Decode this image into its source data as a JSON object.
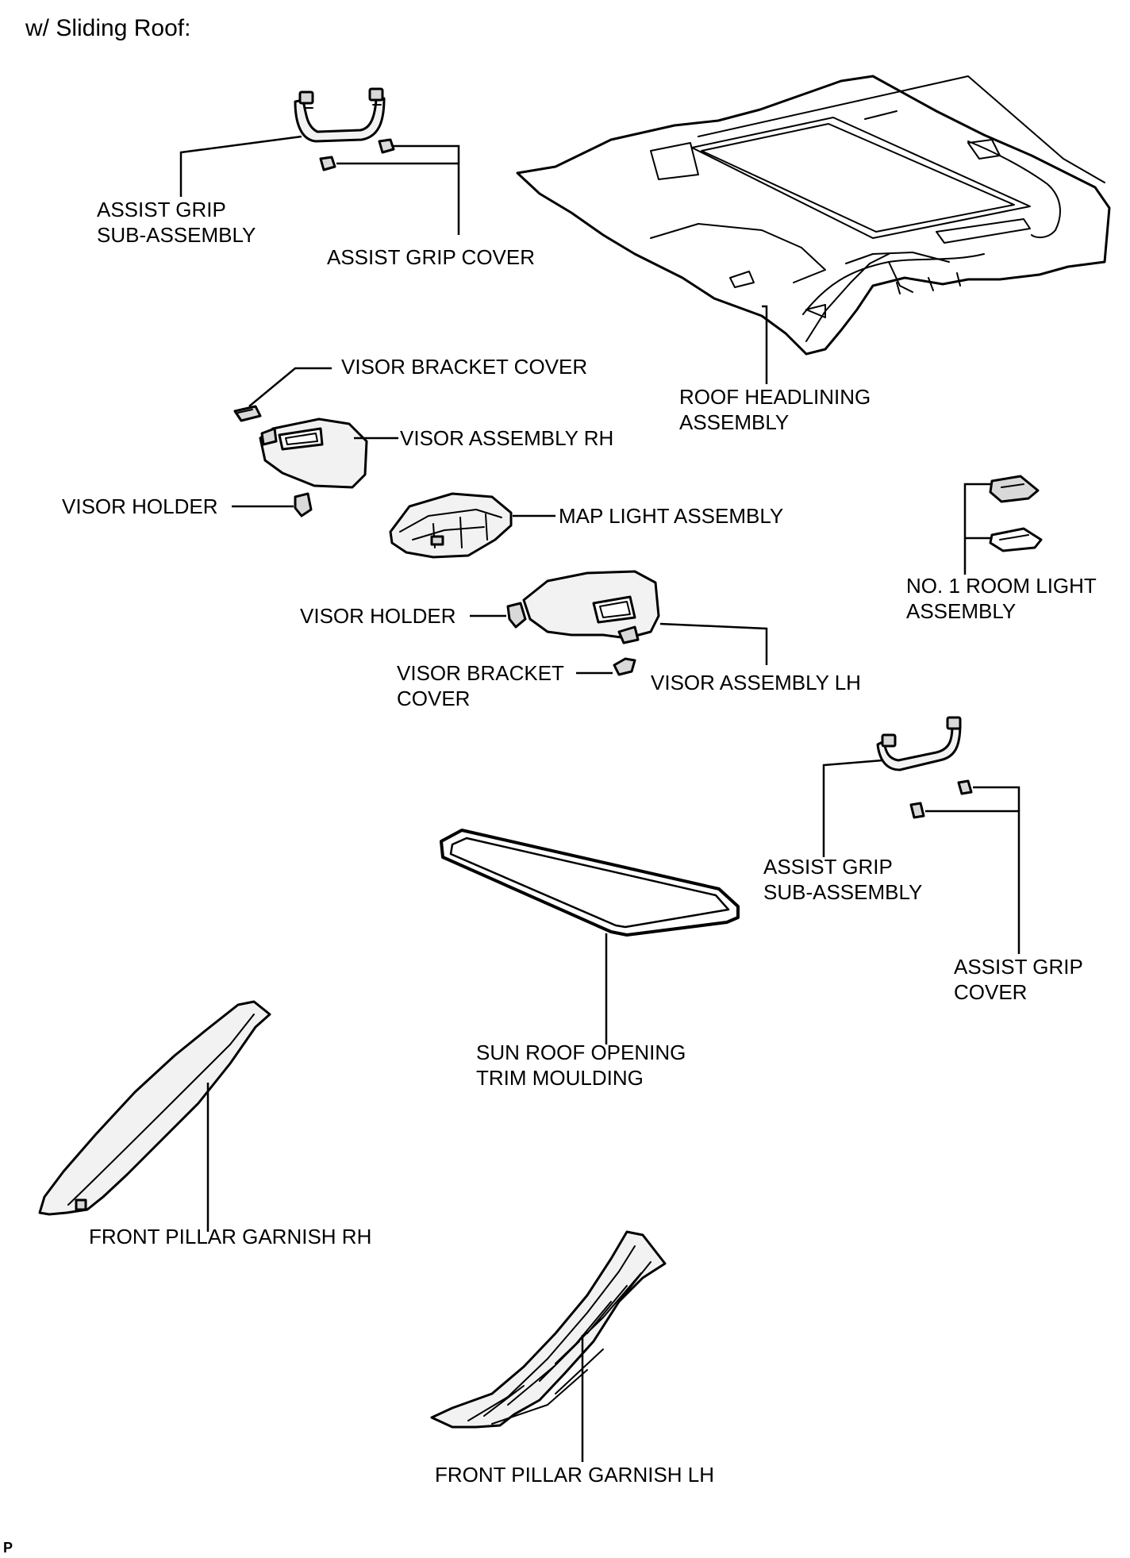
{
  "heading": "w/ Sliding Roof:",
  "footer_code": "P",
  "colors": {
    "line": "#000000",
    "part_fill": "#f2f2f2",
    "background": "#ffffff"
  },
  "labels": {
    "assist_grip_sub_assembly_upper": [
      "ASSIST GRIP",
      "SUB-ASSEMBLY"
    ],
    "assist_grip_cover_upper": [
      "ASSIST GRIP COVER"
    ],
    "roof_headlining_assembly": [
      "ROOF HEADLINING",
      "ASSEMBLY"
    ],
    "visor_bracket_cover_upper": [
      "VISOR BRACKET COVER"
    ],
    "visor_assembly_rh": [
      "VISOR ASSEMBLY RH"
    ],
    "visor_holder_upper": [
      "VISOR HOLDER"
    ],
    "map_light_assembly": [
      "MAP LIGHT ASSEMBLY"
    ],
    "no1_room_light_assembly": [
      "NO. 1 ROOM LIGHT",
      "ASSEMBLY"
    ],
    "visor_holder_lower": [
      "VISOR HOLDER"
    ],
    "visor_bracket_cover_lower": [
      "VISOR BRACKET",
      "COVER"
    ],
    "visor_assembly_lh": [
      "VISOR ASSEMBLY LH"
    ],
    "assist_grip_sub_assembly_lower": [
      "ASSIST GRIP",
      "SUB-ASSEMBLY"
    ],
    "assist_grip_cover_lower": [
      "ASSIST GRIP",
      "COVER"
    ],
    "sun_roof_opening_trim_moulding": [
      "SUN ROOF OPENING",
      "TRIM MOULDING"
    ],
    "front_pillar_garnish_rh": [
      "FRONT PILLAR GARNISH RH"
    ],
    "front_pillar_garnish_lh": [
      "FRONT PILLAR GARNISH LH"
    ]
  }
}
